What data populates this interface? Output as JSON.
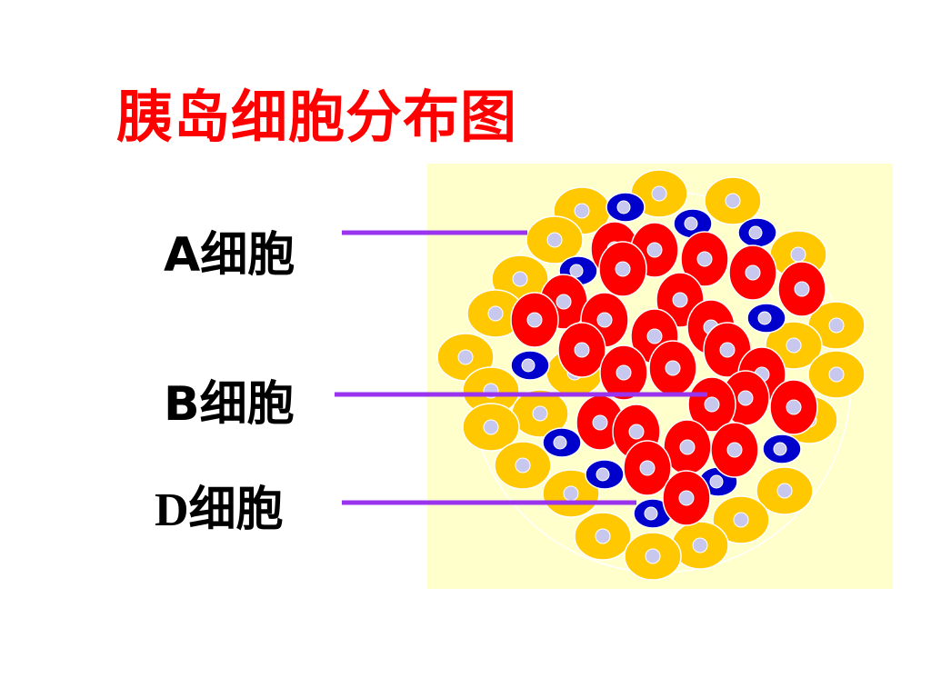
{
  "title": "胰岛细胞分布图",
  "labels": {
    "a_cell": "A细胞",
    "b_cell": "B细胞",
    "d_cell": "D细胞"
  },
  "colors": {
    "title": "#ff0000",
    "background_panel": "#ffffcc",
    "a_cell": "#ffc800",
    "b_cell": "#ff0000",
    "d_cell": "#0000cc",
    "nucleus": "#c8c8ee",
    "pointer_line": "#9933ee"
  }
}
